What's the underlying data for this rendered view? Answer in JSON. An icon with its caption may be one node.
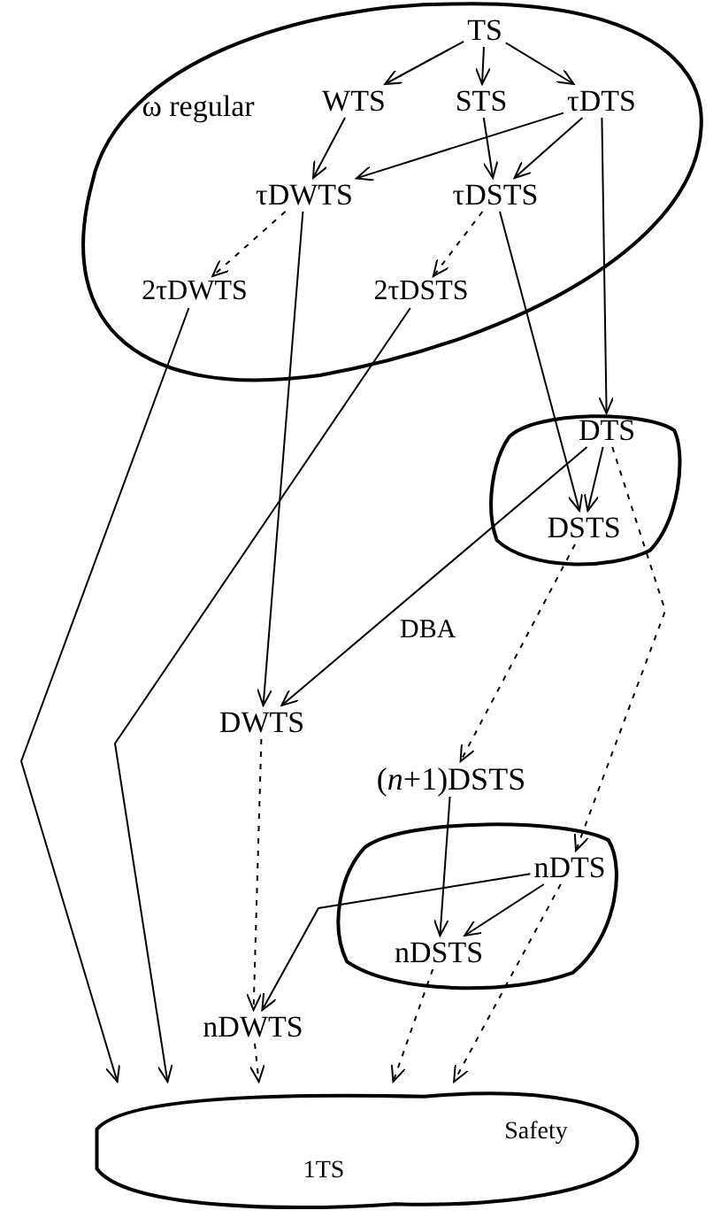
{
  "diagram": {
    "nodes": [
      {
        "text": [
          "ω regular"
        ]
      },
      {
        "text": [
          "TS"
        ],
        "in": 0
      },
      {
        "text": [
          "WTS"
        ],
        "in": 0
      },
      {
        "text": [
          "STS"
        ],
        "in": 0
      },
      {
        "text": [
          "τDTS"
        ],
        "in": 0
      },
      {
        "text": [
          "τDWTS"
        ],
        "in": 0
      },
      {
        "text": [
          "τDSTS"
        ],
        "in": 0
      },
      {
        "text": [
          "2τDWTS"
        ],
        "in": 0
      },
      {
        "text": [
          "2τDSTS"
        ],
        "in": 0
      },
      {
        "text": [],
        "shape": "circle"
      },
      {
        "text": [
          "DTS"
        ],
        "in": 9
      },
      {
        "text": [
          "DSTS"
        ],
        "in": 9
      },
      {
        "text": [
          "DWTS"
        ]
      },
      {
        "text": [
          "(*n*+1)DSTS"
        ]
      },
      {
        "text": [],
        "shape": "circle"
      },
      {
        "text": [
          "nDTS"
        ],
        "in": 14
      },
      {
        "text": [
          "nDSTS"
        ],
        "in": 14
      },
      {
        "text": [
          "nDWTS"
        ]
      },
      {
        "text": [
          "Safety"
        ]
      },
      {
        "text": [
          "1TS"
        ],
        "in": 18
      }
    ],
    "edges": [
      {
        "from": 1,
        "to": 2,
        "arrow": "to"
      },
      {
        "from": 1,
        "to": 3,
        "arrow": "to"
      },
      {
        "from": 1,
        "to": 4,
        "arrow": "to"
      },
      {
        "from": 2,
        "to": 5,
        "arrow": "to"
      },
      {
        "from": 4,
        "to": 5,
        "arrow": "to"
      },
      {
        "from": 3,
        "to": 6,
        "arrow": "to"
      },
      {
        "from": 4,
        "to": 6,
        "arrow": "to"
      },
      {
        "from": 5,
        "to": 7,
        "arrow": "to",
        "style": "dashed"
      },
      {
        "from": 6,
        "to": 8,
        "arrow": "to",
        "style": "dashed"
      },
      {
        "from": 4,
        "to": 10,
        "arrow": "to"
      },
      {
        "from": 6,
        "to": 11,
        "arrow": "to"
      },
      {
        "from": 5,
        "to": 12,
        "arrow": "to"
      },
      {
        "from": 10,
        "to": 11,
        "arrow": "to"
      },
      {
        "from": 10,
        "to": 12,
        "arrow": "to"
      },
      {
        "from": 11,
        "to": 13,
        "arrow": "to",
        "style": "dashed"
      },
      {
        "from": 10,
        "to": 15,
        "arrow": "to",
        "style": "dashed"
      },
      {
        "from": 13,
        "to": 16,
        "arrow": "to"
      },
      {
        "from": 15,
        "to": 16,
        "arrow": "to"
      },
      {
        "from": 15,
        "to": 17,
        "arrow": "to"
      },
      {
        "from": 12,
        "to": 17,
        "arrow": "to",
        "style": "dashed"
      },
      {
        "from": 7,
        "to": 18,
        "arrow": "to"
      },
      {
        "from": 8,
        "to": 18,
        "arrow": "to"
      },
      {
        "from": 17,
        "to": 18,
        "arrow": "to",
        "style": "dashed"
      },
      {
        "from": 16,
        "to": 18,
        "arrow": "to",
        "style": "dashed"
      },
      {
        "from": 15,
        "to": 18,
        "arrow": "to",
        "style": "dashed"
      }
    ],
    "labels": [
      "DBA"
    ]
  }
}
